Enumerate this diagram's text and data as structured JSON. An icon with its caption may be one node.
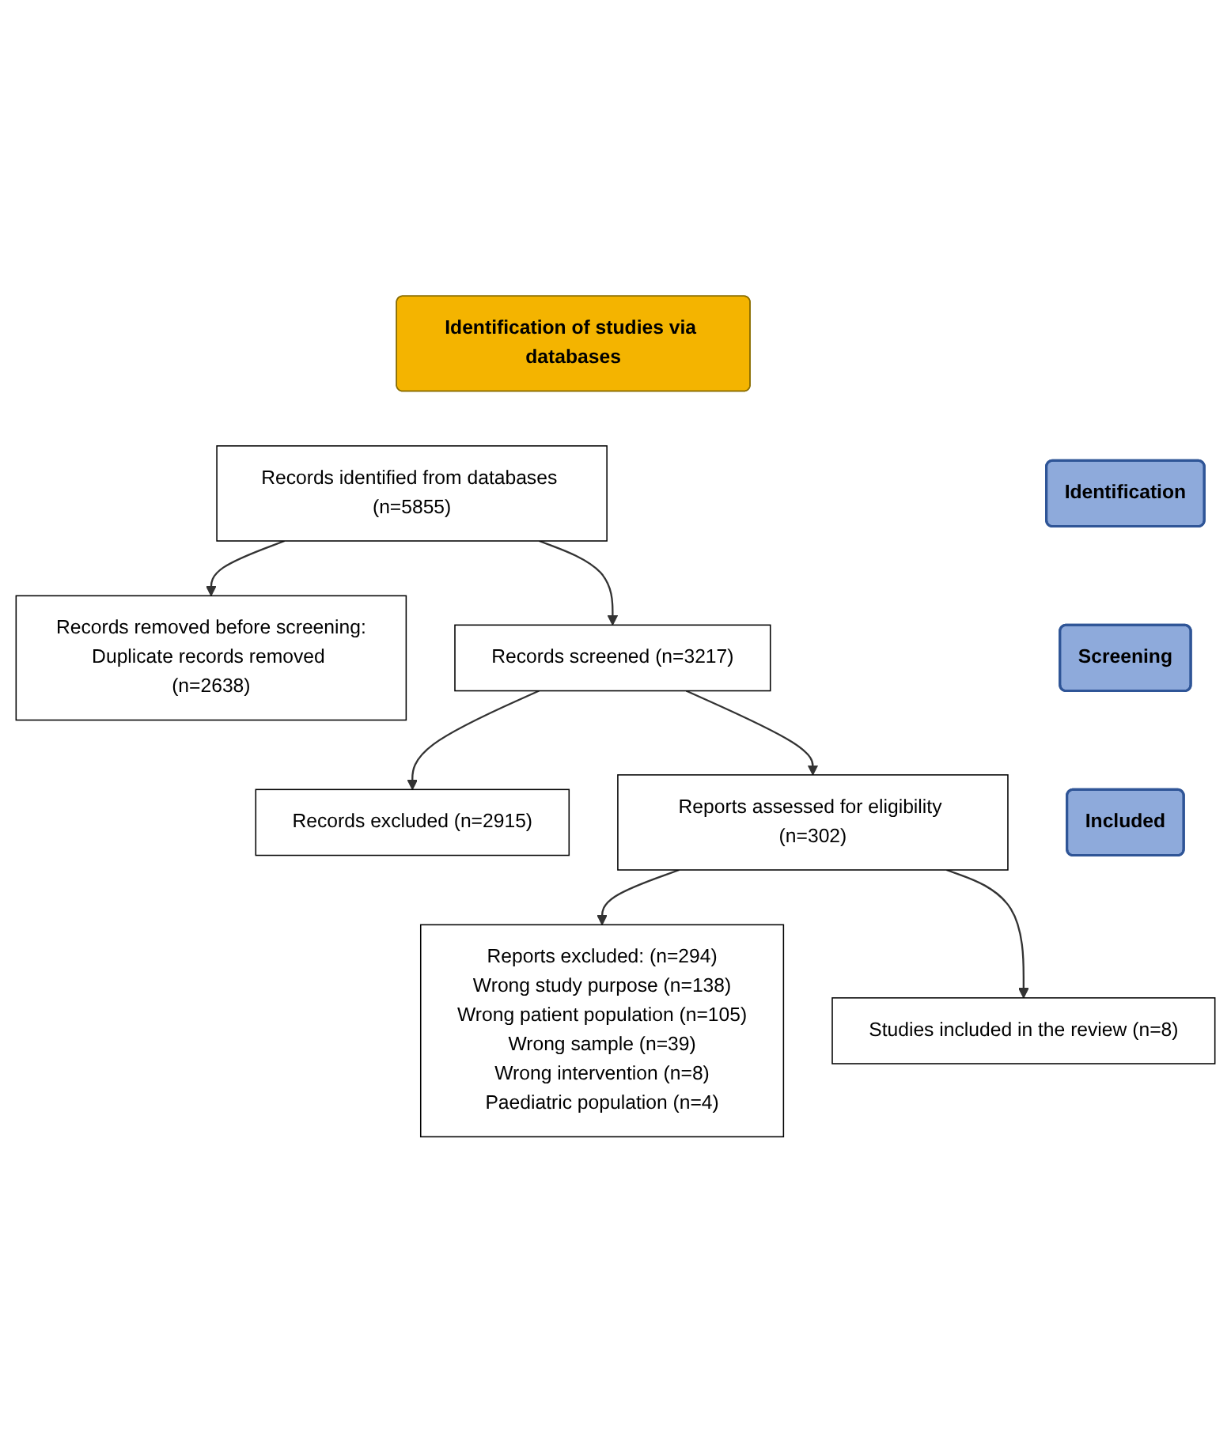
{
  "diagram": {
    "nodes": [
      {
        "text": [
          "Identification of studies via databases"
        ]
      },
      {
        "text": [
          "Identification"
        ]
      },
      {
        "text": [
          "Records identified from databases (n=5855)"
        ]
      },
      {
        "text": [
          "Records removed before screening:",
          "Duplicate records removed (n=2638)"
        ]
      },
      {
        "text": [
          "Screening"
        ]
      },
      {
        "text": [
          "Records screened (n=3217)"
        ]
      },
      {
        "text": [
          "Records excluded (n=2915)"
        ]
      },
      {
        "text": [
          "Reports assessed for eligibility (n=302)"
        ]
      },
      {
        "text": [
          "Reports excluded: (n=294)",
          "Wrong study purpose (n=138)",
          "Wrong patient population (n=105)",
          "Wrong sample (n=39)",
          "Wrong intervention (n=8)",
          "Paediatric population (n=4)"
        ]
      },
      {
        "text": [
          "Included"
        ]
      },
      {
        "text": [
          "Studies included in the review (n=8)"
        ]
      }
    ],
    "edges": [
      {
        "from": 2,
        "to": 3,
        "arrow": "to"
      },
      {
        "from": 2,
        "to": 5,
        "arrow": "to"
      },
      {
        "from": 5,
        "to": 6,
        "arrow": "to"
      },
      {
        "from": 5,
        "to": 7,
        "arrow": "to"
      },
      {
        "from": 7,
        "to": 8,
        "arrow": "to"
      },
      {
        "from": 7,
        "to": 10,
        "arrow": "to"
      }
    ]
  }
}
